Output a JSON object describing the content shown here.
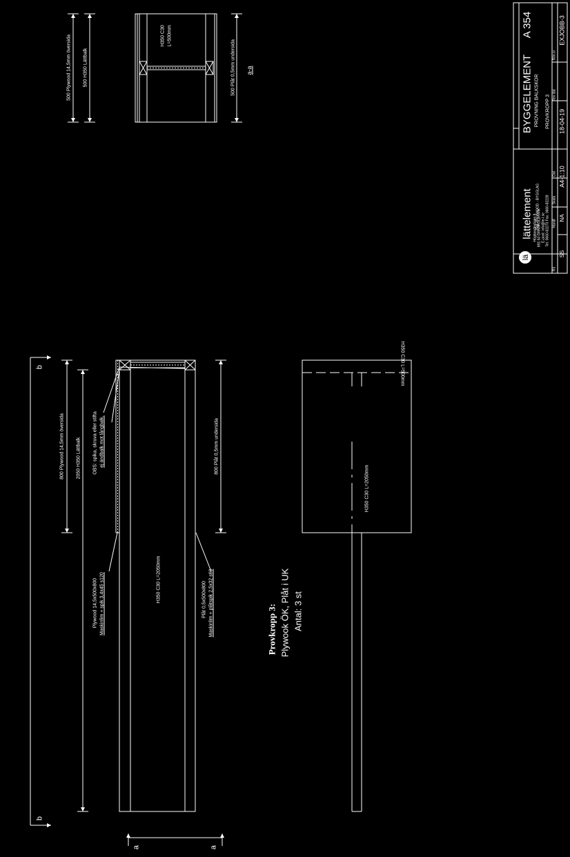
{
  "elevation": {
    "section_mark": "b",
    "dim_plywood_top": "800 Plywood 14,5mm översida",
    "dim_beam_length": "2050 H350 Lättbalk",
    "note_line1": "OBS: spika, skruva eller stifta",
    "note_line2": "ej ändbalk mot långbalk.",
    "beam_label": "H350 C30 L=2050mm",
    "plywood_line1": "Plywood 14,5x500x800",
    "plywood_line2": "Maskinlim + spik 3,4x45 s120",
    "plate_line1": "Plåt 0,5x500x800",
    "plate_line2": "Maskinlim + plåtspik 2,5x32 s60",
    "dim_plate_bottom": "800 Plåt 0,5mm undersida",
    "section_a": "a"
  },
  "plan": {
    "end_beam_label": "H350 C30 L=500mm",
    "long_beam_label": "H350 C30 L=2050mm"
  },
  "section_aa": {
    "dim_plywood": "500 Plywood 14,5mm översida",
    "dim_beam": "500 H350 Lättbalk",
    "beam_label_line1": "H350 C30",
    "beam_label_line2": "L=500mm",
    "dim_plate": "500 Plåt 0,5mm undersida",
    "title": "a-a"
  },
  "provkropp": {
    "title": "Provkropp 3:",
    "line1": "Plywook ÖK, Plåt i UK",
    "line2": "Antal: 3 st"
  },
  "title_block": {
    "company": "lättelement",
    "company_sub": "TRÄ - PLYWOOD - BYGGLAG",
    "address_line1": "Högbondevägen 9",
    "address_line2": "891 50  ÖRNSKÖLDSVIK",
    "address_line3": "E-post: info@le-l.se",
    "address_line4": "Tel. 0660-82270   Fax. 0660-82228",
    "project": "BYGGELEMENT",
    "project_sub": "PROVNING BALKSKOR",
    "drawing_title": "PROVKROPP 3",
    "format": "A 354",
    "label_ritad": "Rit",
    "label_handl": "Handl",
    "label_skala": "Skala",
    "label_dat": "Dat",
    "label_rev_dat": "Rev dat",
    "label_ritn_nr": "Ritn.nr",
    "ritad": "SS",
    "handl": "NA",
    "skala": "A4-1:10",
    "dat": "18-04-19",
    "ritn_nr": "EXJOBB-3"
  }
}
